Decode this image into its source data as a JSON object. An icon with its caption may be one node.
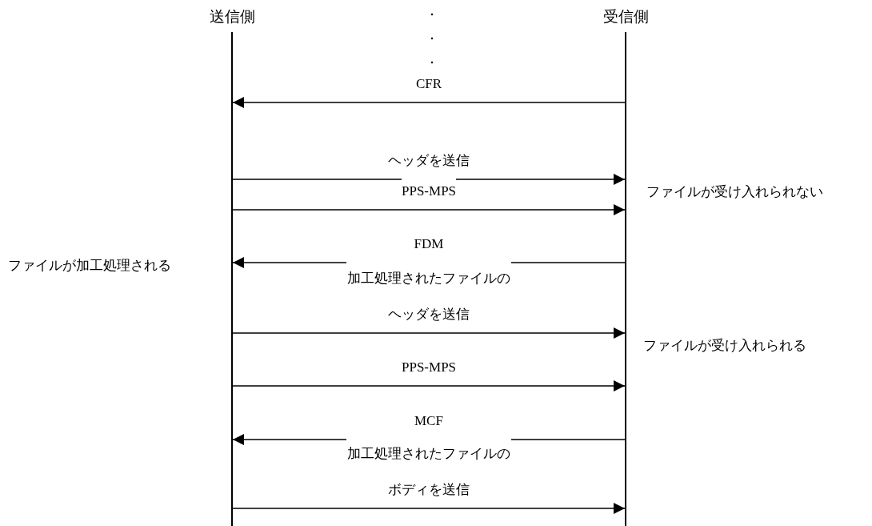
{
  "diagram": {
    "nodes": [
      {
        "text": [
          "送信側"
        ]
      },
      {
        "text": [
          "受信側"
        ]
      }
    ],
    "edges": [
      {
        "from": 1,
        "to": 0,
        "arrow": "to",
        "label": "CFR"
      },
      {
        "from": 0,
        "to": 1,
        "arrow": "to",
        "label": "ヘッダを送信"
      },
      {
        "from": 0,
        "to": 1,
        "arrow": "to",
        "label": "PPS-MPS"
      },
      {
        "from": 1,
        "to": 0,
        "arrow": "to",
        "label": "FDM"
      },
      {
        "from": 0,
        "to": 1,
        "arrow": "to",
        "label": "加工処理されたファイルのヘッダを送信"
      },
      {
        "from": 0,
        "to": 1,
        "arrow": "to",
        "label": "PPS-MPS"
      },
      {
        "from": 1,
        "to": 0,
        "arrow": "to",
        "label": "MCF"
      },
      {
        "from": 0,
        "to": 1,
        "arrow": "to",
        "label": "加工処理されたファイルのボディを送信"
      }
    ],
    "labels": [
      "ファイルが受け入れられない",
      "ファイルが加工処理される",
      "ファイルが受け入れられる"
    ]
  }
}
